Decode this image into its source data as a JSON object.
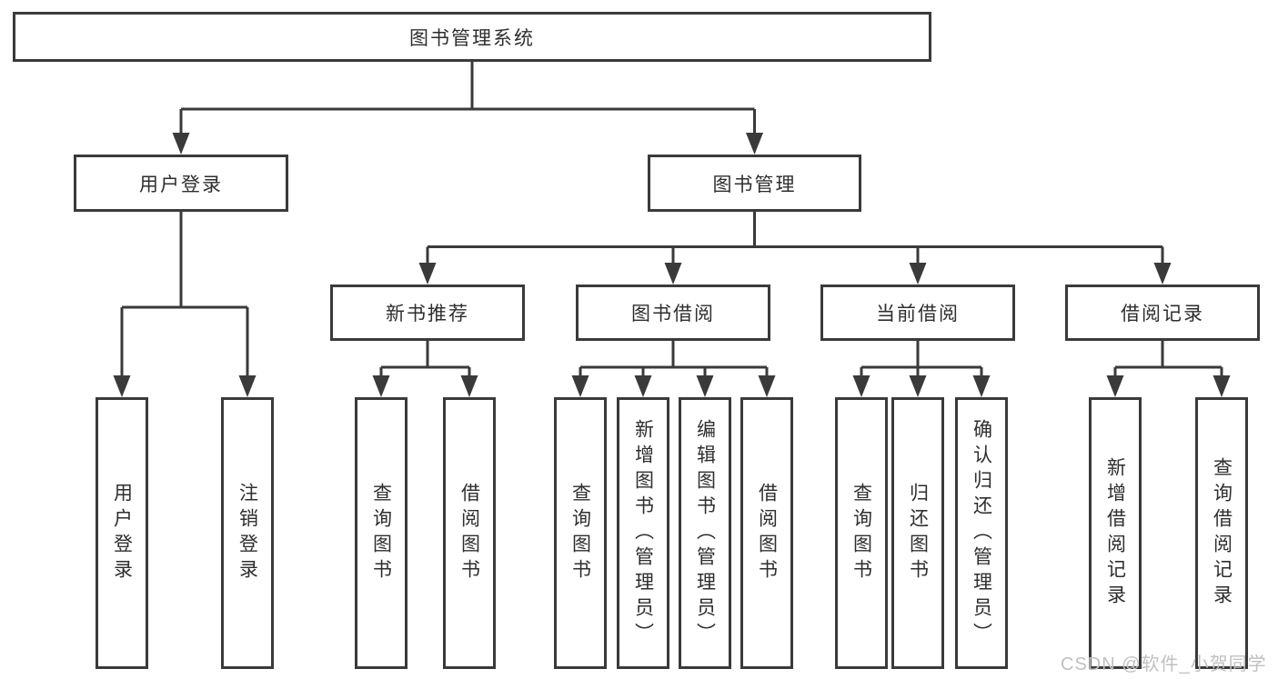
{
  "diagram": {
    "root": {
      "label": "图书管理系统"
    },
    "branches": [
      {
        "label": "用户登录",
        "children": [
          "用户登录",
          "注销登录"
        ]
      },
      {
        "label": "图书管理",
        "children": [
          {
            "label": "新书推荐",
            "children": [
              "查询图书",
              "借阅图书"
            ]
          },
          {
            "label": "图书借阅",
            "children": [
              "查询图书",
              "新增图书（管理员）",
              "编辑图书（管理员）",
              "借阅图书"
            ]
          },
          {
            "label": "当前借阅",
            "children": [
              "查询图书",
              "归还图书",
              "确认归还（管理员）"
            ]
          },
          {
            "label": "借阅记录",
            "children": [
              "新增借阅记录",
              "查询借阅记录"
            ]
          }
        ]
      }
    ]
  },
  "watermark": {
    "text": "CSDN @软件_小贺同学"
  },
  "colors": {
    "line": "#3a3a3a",
    "box_border": "#3a3a3a",
    "text": "#2e2e2e",
    "background": "#ffffff",
    "watermark": "#c0c0c0"
  }
}
